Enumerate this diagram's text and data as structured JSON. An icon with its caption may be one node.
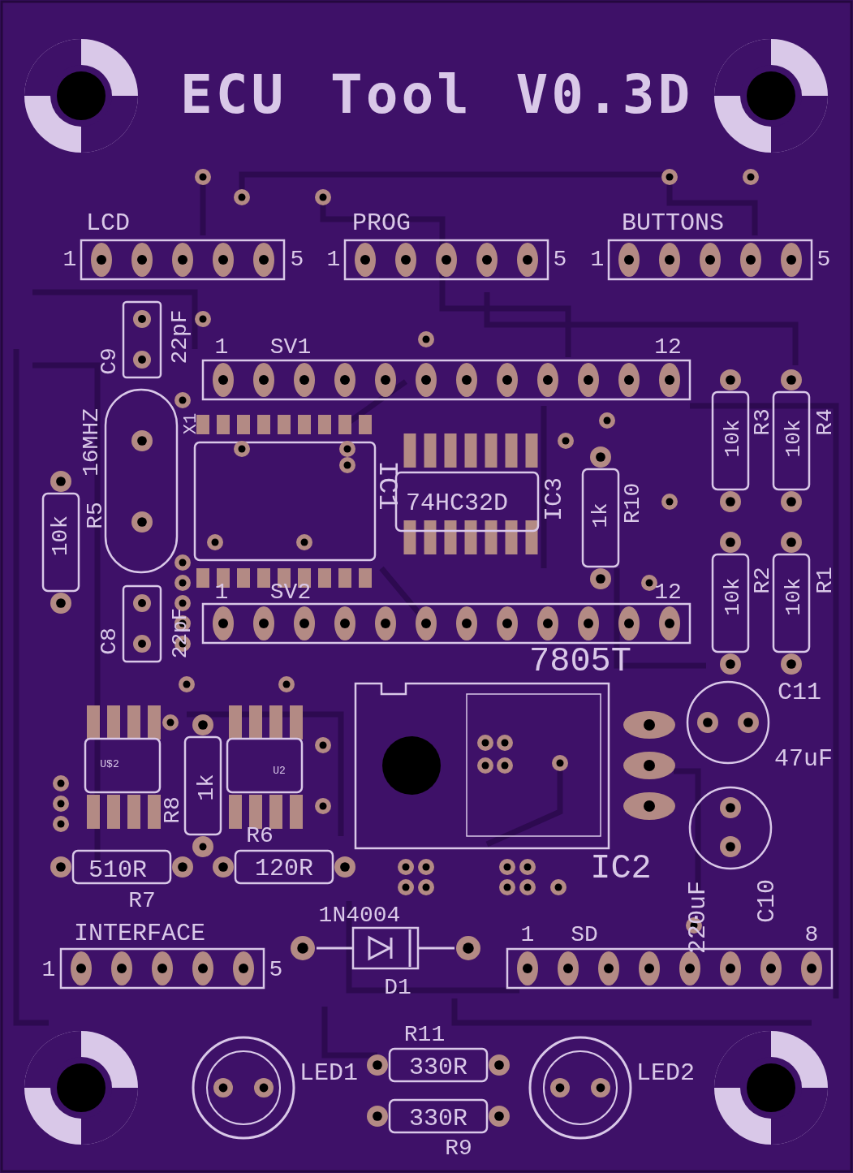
{
  "diagram": {
    "title": "ECU Tool V0.3D",
    "labels": [
      "LCD",
      "1",
      "5",
      "PROG",
      "1",
      "5",
      "BUTTONS",
      "1",
      "5",
      "C9",
      "22pF",
      "1",
      "SV1",
      "12",
      "X1",
      "16MHZ",
      "R5",
      "10k",
      "IC1",
      "74HC32D",
      "IC3",
      "1k",
      "R10",
      "10k",
      "R3",
      "10k",
      "R4",
      "1",
      "SV2",
      "12",
      "C8",
      "22pF",
      "10k",
      "R2",
      "10k",
      "R1",
      "7805T",
      "C11",
      "47uF",
      "U$2",
      "R8",
      "1k",
      "U2",
      "R6",
      "510R",
      "120R",
      "R7",
      "IC2",
      "220uF",
      "C10",
      "INTERFACE",
      "1",
      "5",
      "1N4004",
      "D1",
      "1",
      "SD",
      "8",
      "R11",
      "LED1",
      "330R",
      "LED2",
      "330R",
      "R9"
    ]
  }
}
